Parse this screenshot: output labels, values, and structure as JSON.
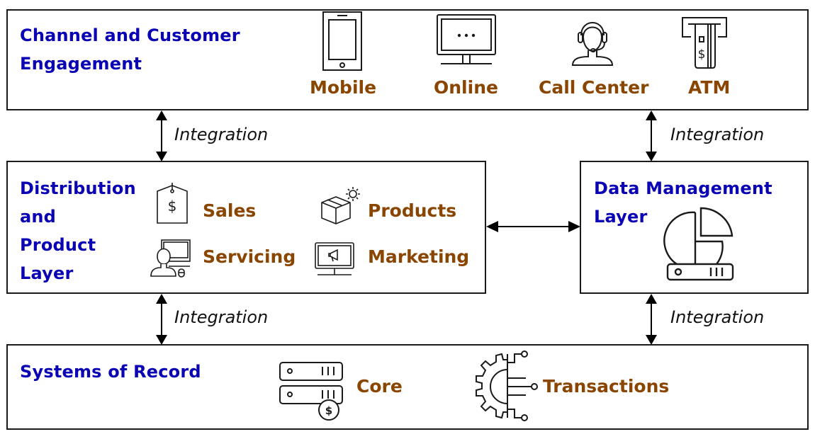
{
  "layers": {
    "channel": {
      "title": "Channel and Customer\nEngagement",
      "items": [
        {
          "label": "Mobile",
          "icon": "mobile-phone-icon"
        },
        {
          "label": "Online",
          "icon": "desktop-monitor-icon"
        },
        {
          "label": "Call Center",
          "icon": "headset-agent-icon"
        },
        {
          "label": "ATM",
          "icon": "atm-card-icon"
        }
      ]
    },
    "distribution": {
      "title": "Distribution\nand\nProduct\nLayer",
      "items": [
        {
          "label": "Sales",
          "icon": "price-tag-icon"
        },
        {
          "label": "Products",
          "icon": "box-gear-icon"
        },
        {
          "label": "Servicing",
          "icon": "user-computer-icon"
        },
        {
          "label": "Marketing",
          "icon": "monitor-megaphone-icon"
        }
      ]
    },
    "data_management": {
      "title": "Data Management\nLayer",
      "icon": "pie-chart-server-icon"
    },
    "systems_of_record": {
      "title": "Systems of Record",
      "items": [
        {
          "label": "Core",
          "icon": "server-dollar-icon"
        },
        {
          "label": "Transactions",
          "icon": "gear-circuit-icon"
        }
      ]
    }
  },
  "connectors": {
    "channel_to_distribution": "Integration",
    "channel_to_data": "Integration",
    "distribution_to_record": "Integration",
    "data_to_record": "Integration"
  },
  "colors": {
    "title": "#0a00b4",
    "label": "#8a4500",
    "stroke": "#1a1a1a"
  }
}
